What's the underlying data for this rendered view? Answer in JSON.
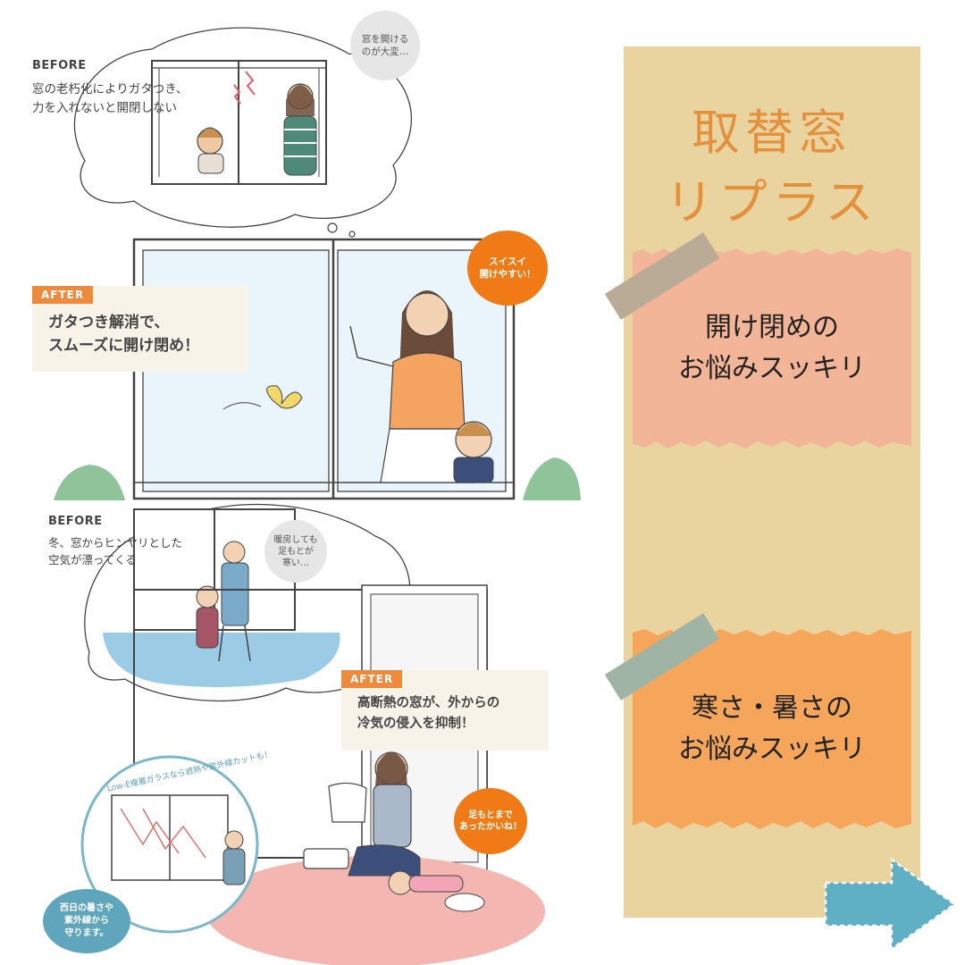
{
  "scene_top": {
    "before_label": "BEFORE",
    "before_text": "窓の老朽化によりガタつき、\n力を入れないと開閉しない",
    "thought_bubble": "窓を開ける\nのが大変…",
    "after_tag": "AFTER",
    "after_text": "ガタつき解消で、\nスムーズに開け閉め！",
    "speech_bubble": "スイスイ\n開けやすい！"
  },
  "scene_bottom": {
    "before_label": "BEFORE",
    "before_text": "冬、窓からヒンヤリとした\n空気が漂ってくる",
    "thought_bubble": "暖房しても\n足もとが\n寒い…",
    "after_tag": "AFTER",
    "after_text": "高断熱の窓が、外からの\n冷気の侵入を抑制！",
    "speech_bubble": "足もとまで\nあったかいね！",
    "circle_arc_text": "Low-E複層ガラスなら遮熱や紫外線カットも！",
    "circle_caption": "西日の暑さや\n紫外線から\n守ります。"
  },
  "sidebar": {
    "brand_line1": "取替窓",
    "brand_line2": "リプラス",
    "note1": "開け閉めの\nお悩みスッキリ",
    "note2": "寒さ・暑さの\nお悩みスッキリ"
  },
  "colors": {
    "sidebar_bg": "#e9d39f",
    "brand": "#e4913e",
    "note1": "#f3b597",
    "note2": "#f5a65b",
    "after_tag": "#ee8a3c",
    "speech_orange": "#f07b16",
    "arrow": "#5fb0c4"
  },
  "icons": {
    "next": "arrow-right-icon"
  }
}
